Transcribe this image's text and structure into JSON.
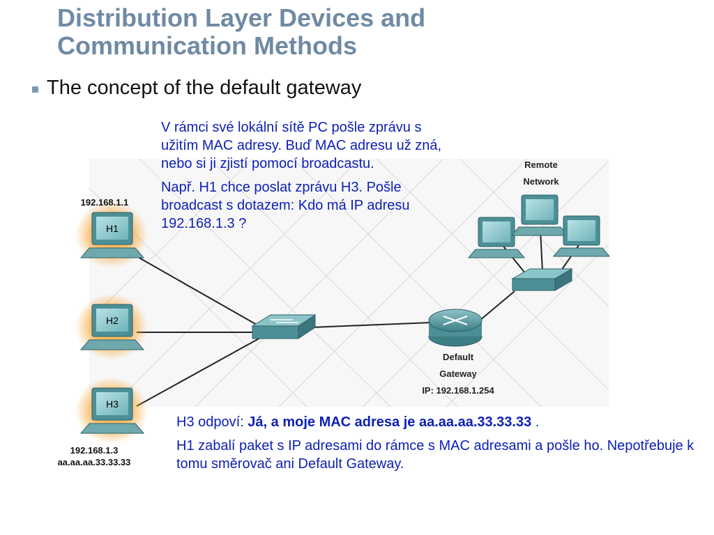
{
  "slide": {
    "title": "Distribution Layer Devices and Communication Methods",
    "bullet": "The concept of the default gateway"
  },
  "colors": {
    "title": "#6f8aa4",
    "callout_text": "#0d1fb4",
    "host_glow": "#f7a12a",
    "device_teal": "#5a9ea5"
  },
  "callouts": {
    "top": {
      "p1": "V rámci své lokální sítě PC pošle zprávu s užitím MAC adresy. Buď MAC adresu už zná, nebo si ji zjistí pomocí broadcastu.",
      "p2": "Např. H1 chce poslat zprávu H3. Pošle broadcast s dotazem: Kdo má IP adresu 192.168.1.3 ?"
    },
    "bottom": {
      "p1_prefix": "H3 odpoví: ",
      "p1_bold": "Já, a moje MAC adresa je aa.aa.aa.33.33.33",
      "p1_suffix": " .",
      "p2": "H1 zabalí paket s IP adresami do rámce s MAC adresami a pošle ho. Nepotřebuje k tomu směrovač ani Default Gateway."
    }
  },
  "hosts": {
    "h1": {
      "label": "H1",
      "ip": "192.168.1.1"
    },
    "h2": {
      "label": "H2"
    },
    "h3": {
      "label": "H3",
      "ip": "192.168.1.3",
      "mac": "aa.aa.aa.33.33.33"
    }
  },
  "remote_network": {
    "line1": "Remote",
    "line2": "Network"
  },
  "gateway": {
    "line1": "Default",
    "line2": "Gateway",
    "ip": "IP: 192.168.1.254"
  },
  "icons": [
    "switch-icon",
    "router-icon",
    "desktop-computer-icon"
  ]
}
